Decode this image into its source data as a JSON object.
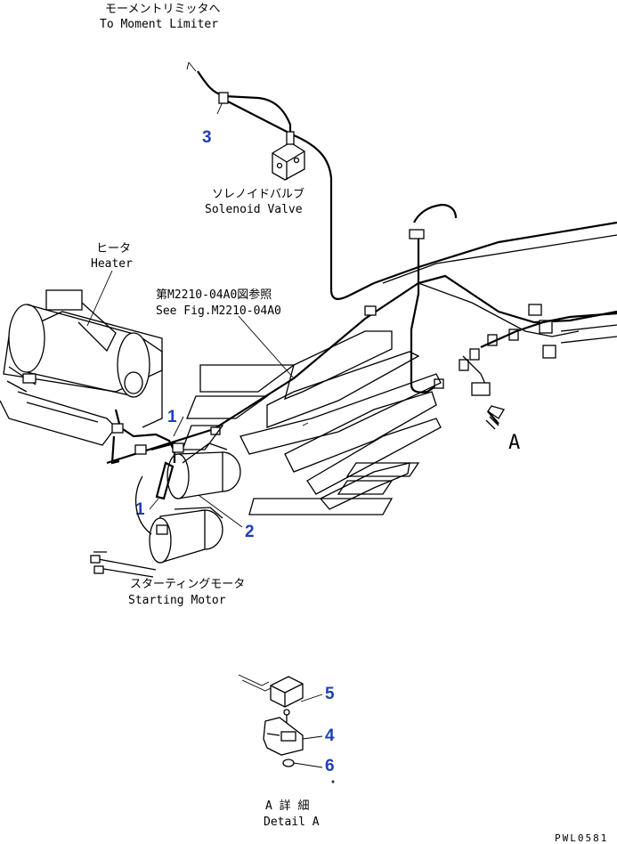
{
  "labels": {
    "moment_limiter_jp": "モーメントリミッタへ",
    "moment_limiter_en": "To Moment Limiter",
    "solenoid_jp": "ソレノイドバルブ",
    "solenoid_en": "Solenoid Valve",
    "heater_jp": "ヒータ",
    "heater_en": "Heater",
    "ref_jp": "第M2210-04A0図参照",
    "ref_en": "See Fig.M2210-04A0",
    "starting_motor_jp": "スターティングモータ",
    "starting_motor_en": "Starting Motor",
    "detail_jp": "A 詳 細",
    "detail_en": "Detail A",
    "view_marker": "A",
    "drawing_code": "PWL0581"
  },
  "part_numbers": {
    "p1_upper": "1",
    "p1_lower": "1",
    "p2": "2",
    "p3": "3",
    "p4": "4",
    "p5": "5",
    "p6": "6"
  },
  "colors": {
    "line": "#000000",
    "part_number": "#1f3fb3",
    "background": "#ffffff"
  }
}
